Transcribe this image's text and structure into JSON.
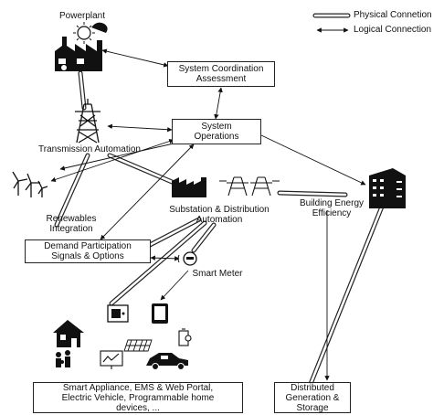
{
  "legend": {
    "physical": "Physical Connetion",
    "logical": "Logical Connection"
  },
  "nodes": {
    "powerplant": "Powerplant",
    "system_coordination": [
      "System Coordination",
      "Assessment"
    ],
    "system_operations": [
      "System",
      "Operations"
    ],
    "transmission": "Transmission Automation",
    "renewables": [
      "Renewables",
      "Integration"
    ],
    "substation": [
      "Substation & Distribution",
      "Automation"
    ],
    "building": [
      "Building Energy",
      "Efficiency"
    ],
    "demand": [
      "Demand Participation",
      "Signals & Options"
    ],
    "smart_meter": "Smart Meter",
    "smart_appliance": [
      "Smart Appliance, EMS & Web Portal,",
      "Electric Vehicle, Programmable home",
      "devices, ..."
    ],
    "distributed": [
      "Distributed",
      "Generation &",
      "Storage"
    ]
  },
  "icons": [
    "factory-icon",
    "transmission-tower-icon",
    "wind-turbine-icon",
    "substation-icon",
    "building-icon",
    "meter-icon",
    "house-icon",
    "family-icon",
    "solar-panel-icon",
    "chart-icon",
    "car-icon",
    "thermostat-icon",
    "tablet-icon",
    "battery-icon"
  ]
}
